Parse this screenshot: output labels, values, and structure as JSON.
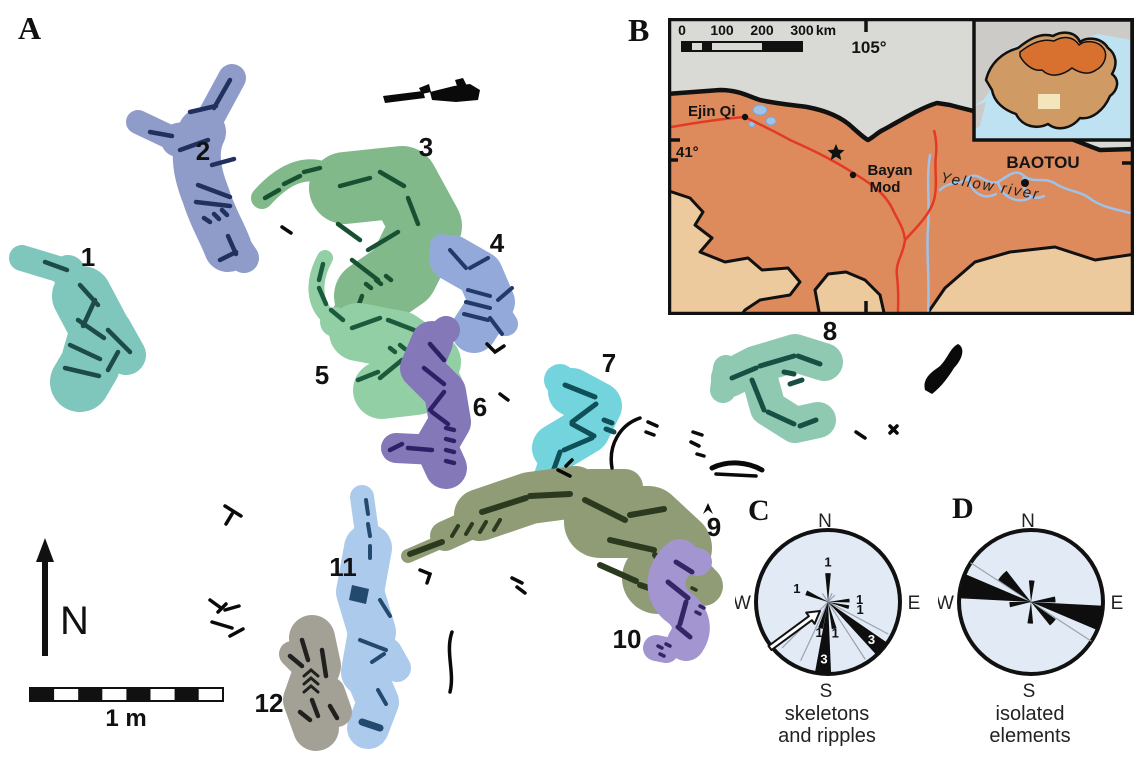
{
  "panel_a": {
    "label": "A",
    "north_label": "N",
    "scale_label": "1 m",
    "skeletons": [
      {
        "number": "1",
        "fill": "#7fc6bc",
        "bone": "#1d4b47"
      },
      {
        "number": "2",
        "fill": "#8f9cc9",
        "bone": "#20305f"
      },
      {
        "number": "3",
        "fill": "#82b98b",
        "bone": "#175131"
      },
      {
        "number": "4",
        "fill": "#93a9da",
        "bone": "#223a6b"
      },
      {
        "number": "5",
        "fill": "#92cfa5",
        "bone": "#1b5a3c"
      },
      {
        "number": "6",
        "fill": "#8478b8",
        "bone": "#2c2166"
      },
      {
        "number": "7",
        "fill": "#74d4de",
        "bone": "#0f4f58"
      },
      {
        "number": "8",
        "fill": "#8fc9b2",
        "bone": "#175043"
      },
      {
        "number": "9",
        "fill": "#8f9c76",
        "bone": "#2b3a1e"
      },
      {
        "number": "10",
        "fill": "#a395cf",
        "bone": "#352468"
      },
      {
        "number": "11",
        "fill": "#accaec",
        "bone": "#24496f"
      },
      {
        "number": "12",
        "fill": "#a3a096",
        "bone": "#20201e"
      }
    ],
    "fragment_color": "#0a0a0a"
  },
  "panel_b": {
    "label": "B",
    "scalebar": {
      "ticks": [
        "0",
        "100",
        "200",
        "300"
      ],
      "unit": "km"
    },
    "longitude_label": "105°",
    "latitude_label": "41°",
    "city_ejin_qi": "Ejin Qi",
    "city_bayan_line1": "Bayan",
    "city_bayan_line2": "Mod",
    "city_baotou": "BAOTOU",
    "river_label": "Yellow river",
    "colors": {
      "mongolia_gray": "#d9d9d6",
      "inner_mongolia_orange": "#dd8a5d",
      "south_tan": "#ecca9e",
      "river_blue": "#9fc2e8",
      "road_red": "#e23a24",
      "sea_blue": "#bfe2f3",
      "china_tan": "#cf9a63",
      "inset_orange": "#d8702f",
      "inset_gray": "#cccbc8",
      "highlight": "#f3e6bd"
    }
  },
  "panel_c": {
    "label": "C",
    "compass": {
      "n": "N",
      "e": "E",
      "s": "S",
      "w": "W"
    },
    "caption_line1": "skeletons",
    "caption_line2": "and ripples",
    "circle_fill": "#e1eaf5",
    "wedges": [
      {
        "az": 0,
        "len": 0.4,
        "w": 11,
        "count": "1",
        "labelR": 0.55
      },
      {
        "az": 293,
        "len": 0.33,
        "w": 12,
        "count": "1",
        "labelR": 0.47
      },
      {
        "az": 86,
        "len": 0.3,
        "w": 10,
        "count": "1",
        "labelR": 0.44
      },
      {
        "az": 104,
        "len": 0.3,
        "w": 10,
        "count": "1",
        "labelR": 0.46
      },
      {
        "az": 167,
        "len": 0.38,
        "w": 10,
        "count": "1",
        "labelR": 0.45
      },
      {
        "az": 196,
        "len": 0.38,
        "w": 10,
        "count": "1",
        "labelR": 0.45
      },
      {
        "az": 184,
        "len": 1.0,
        "w": 13,
        "count": "3",
        "labelR": 0.8,
        "labelColor": "white"
      },
      {
        "az": 131,
        "len": 1.0,
        "w": 13,
        "count": "3",
        "labelR": 0.8,
        "labelColor": "white"
      }
    ],
    "rays": [
      {
        "az": 118,
        "len": 0.95
      },
      {
        "az": 147,
        "len": 0.95
      },
      {
        "az": 205,
        "len": 0.9
      },
      {
        "az": 225,
        "len": 0.9
      }
    ]
  },
  "panel_d": {
    "label": "D",
    "compass": {
      "n": "N",
      "e": "E",
      "s": "S",
      "w": "W"
    },
    "caption_line1": "isolated",
    "caption_line2": "elements",
    "circle_fill": "#e1eaf5",
    "wedges": [
      {
        "az": 283,
        "len": 1.0,
        "w": 20
      },
      {
        "az": 103,
        "len": 1.0,
        "w": 20
      },
      {
        "az": 313,
        "len": 0.55,
        "w": 18
      },
      {
        "az": 133,
        "len": 0.42,
        "w": 16
      },
      {
        "az": 2,
        "len": 0.3,
        "w": 15
      },
      {
        "az": 182,
        "len": 0.3,
        "w": 15
      },
      {
        "az": 84,
        "len": 0.34,
        "w": 14
      },
      {
        "az": 263,
        "len": 0.3,
        "w": 14
      }
    ],
    "rays": [
      {
        "az": 283,
        "len": 1.0
      },
      {
        "az": 103,
        "len": 1.0
      },
      {
        "az": 303,
        "len": 1.0
      },
      {
        "az": 123,
        "len": 1.0
      }
    ]
  }
}
